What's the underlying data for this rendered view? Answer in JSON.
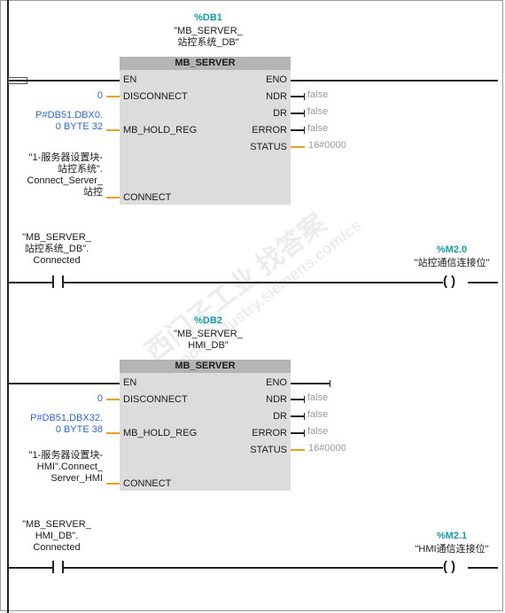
{
  "network1": {
    "db_addr": "%DB1",
    "db_name": "\"MB_SERVER_\n站控系统_DB\"",
    "block_type": "MB_SERVER",
    "pins": {
      "en": "EN",
      "eno": "ENO",
      "disconnect": "DISCONNECT",
      "ndr": "NDR",
      "hold_reg": "MB_HOLD_REG",
      "dr": "DR",
      "error": "ERROR",
      "status": "STATUS",
      "connect": "CONNECT"
    },
    "disconnect_val": "0",
    "hold_reg_val": "P#DB51.DBX0.\n0 BYTE 32",
    "connect_val": "\"1-服务器设置块-\n站控系统\".\nConnect_Server_\n站控",
    "ndr_val": "false",
    "dr_val": "false",
    "error_val": "false",
    "status_val": "16#0000"
  },
  "rung1": {
    "contact_label": "\"MB_SERVER_\n站控系统_DB\".\nConnected",
    "coil_addr": "%M2.0",
    "coil_label": "\"站控通信连接位\""
  },
  "network2": {
    "db_addr": "%DB2",
    "db_name": "\"MB_SERVER_\nHMI_DB\"",
    "block_type": "MB_SERVER",
    "pins": {
      "en": "EN",
      "eno": "ENO",
      "disconnect": "DISCONNECT",
      "ndr": "NDR",
      "hold_reg": "MB_HOLD_REG",
      "dr": "DR",
      "error": "ERROR",
      "status": "STATUS",
      "connect": "CONNECT"
    },
    "disconnect_val": "0",
    "hold_reg_val": "P#DB51.DBX32.\n0 BYTE 38",
    "connect_val": "\"1-服务器设置块-\nHMI\".Connect_\nServer_HMI",
    "ndr_val": "false",
    "dr_val": "false",
    "error_val": "false",
    "status_val": "16#0000"
  },
  "rung2": {
    "contact_label": "\"MB_SERVER_\nHMI_DB\".\nConnected",
    "coil_addr": "%M2.1",
    "coil_label": "\"HMI通信连接位\""
  },
  "symbols": {
    "coil": "(  )"
  },
  "watermark": {
    "line1": "西门子工业 找答案",
    "line2": "support.industry.siemens.com/cs"
  }
}
